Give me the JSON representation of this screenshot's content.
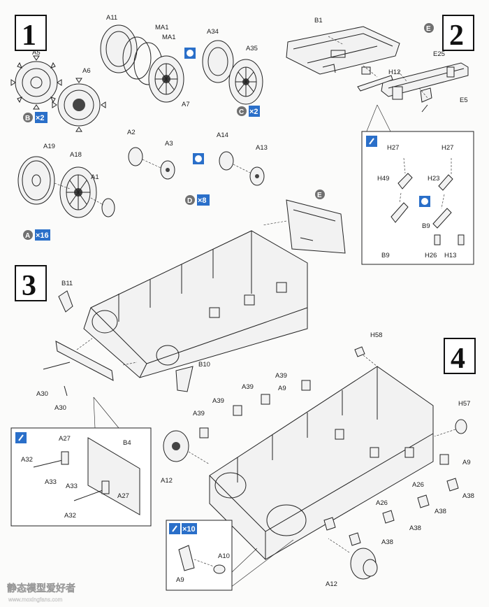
{
  "steps": [
    {
      "number": "1"
    },
    {
      "number": "2"
    },
    {
      "number": "3"
    },
    {
      "number": "4"
    }
  ],
  "step1": {
    "labels": [
      "A5",
      "A6",
      "A11",
      "MA1",
      "MA1",
      "A7",
      "A34",
      "A35",
      "A19",
      "A18",
      "A1",
      "A2",
      "A3",
      "A14",
      "A13"
    ],
    "badges": [
      {
        "letter": "B",
        "mult": "×2"
      },
      {
        "letter": "C",
        "mult": "×2"
      },
      {
        "letter": "D",
        "mult": "×8"
      },
      {
        "letter": "A",
        "mult": "×16"
      }
    ]
  },
  "step2": {
    "badge_letter": "E",
    "labels": [
      "B1",
      "H12",
      "E25",
      "E5"
    ],
    "detail_labels": [
      "H27",
      "H27",
      "H49",
      "H23",
      "B9",
      "B9",
      "H26",
      "H13"
    ]
  },
  "step3": {
    "badge_letter": "E",
    "labels": [
      "B11",
      "B10",
      "A30",
      "A30"
    ],
    "detail_labels": [
      "A27",
      "B4",
      "A32",
      "A33",
      "A33",
      "A27",
      "A32"
    ]
  },
  "step4": {
    "labels": [
      "H58",
      "H57",
      "A39",
      "A39",
      "A39",
      "A39",
      "A9",
      "A9",
      "A12",
      "A26",
      "A26",
      "A38",
      "A38",
      "A38",
      "A38",
      "A12"
    ],
    "detail": {
      "mult": "×10",
      "labels": [
        "A10",
        "A9"
      ]
    }
  },
  "watermark": {
    "text": "静态模型爱好者",
    "url": "www.moxingfans.com"
  },
  "colors": {
    "badge_blue": "#2a6fc9",
    "badge_grey": "#707070",
    "ink": "#222222"
  }
}
